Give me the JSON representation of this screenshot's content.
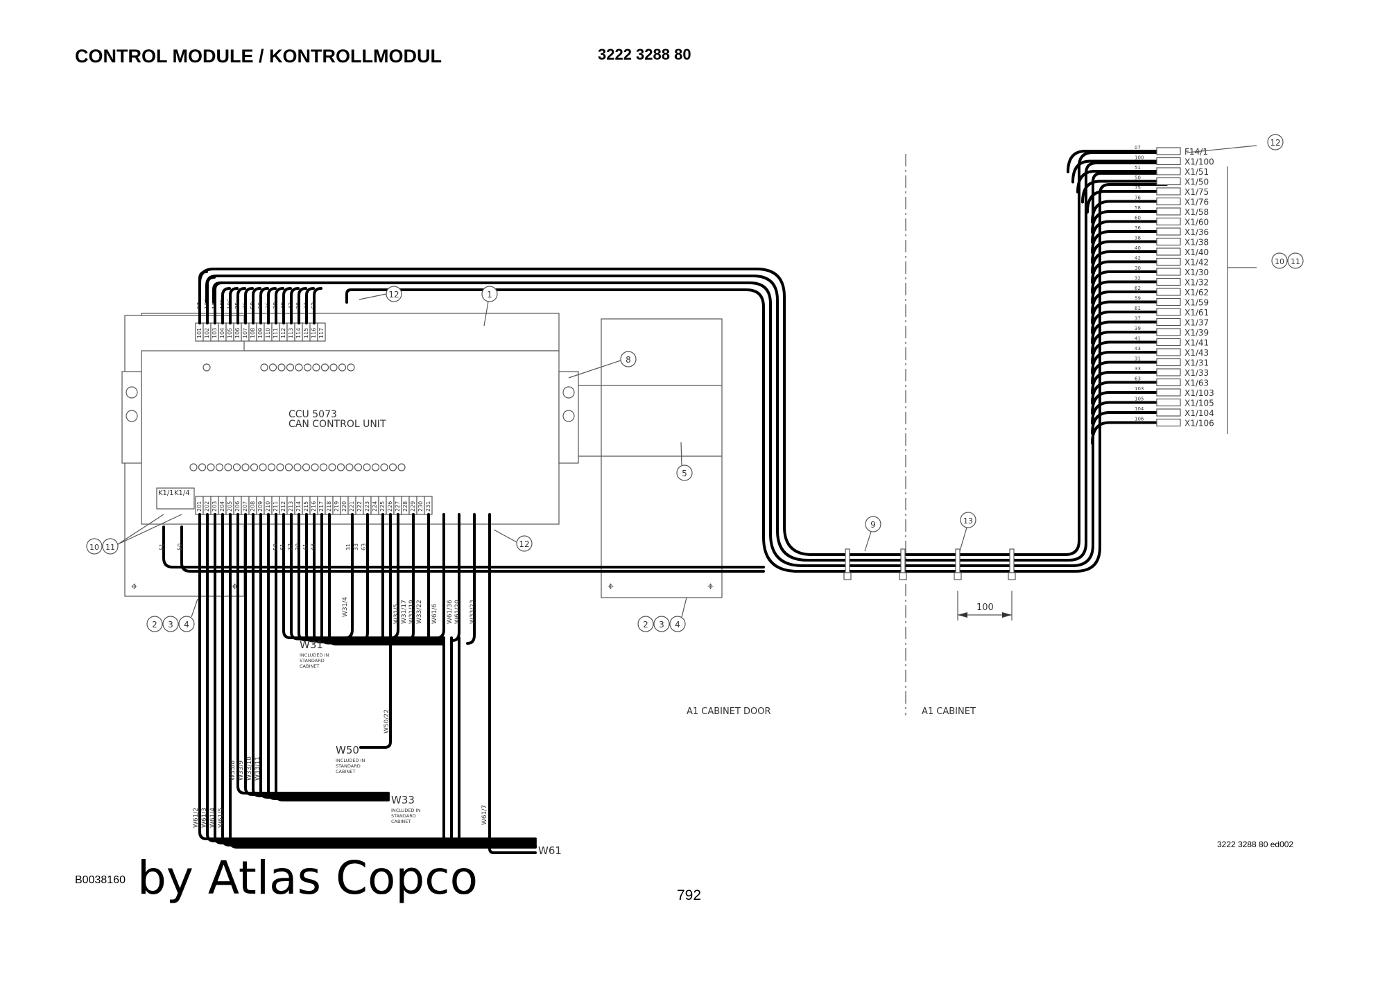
{
  "header": {
    "title": "CONTROL MODULE / KONTROLLMODUL",
    "part_number": "3222 3288 80"
  },
  "footer": {
    "doc_code": "B0038160",
    "watermark": "by Atlas Copco",
    "page": "792",
    "revision_code": "3222 3288 80 ed002"
  },
  "diagram": {
    "unit_label_1": "CCU 5073",
    "unit_label_2": "CAN CONTROL UNIT",
    "zone_left": "A1 CABINET DOOR",
    "zone_right": "A1 CABINET",
    "dimension": "100",
    "relay_labels": [
      "K1/1",
      "K1/4"
    ],
    "top_wire_numbers": [
      "07",
      "100",
      "103",
      "105",
      "106",
      "75",
      "76",
      "58",
      "60",
      "36",
      "38",
      "40",
      "42",
      "30",
      "32",
      "62"
    ],
    "top_terminals": [
      "101",
      "102",
      "103",
      "104",
      "105",
      "106",
      "107",
      "108",
      "109",
      "110",
      "111",
      "112",
      "113",
      "114",
      "115",
      "116",
      "117"
    ],
    "bottom_terminals": [
      "201",
      "202",
      "203",
      "204",
      "205",
      "206",
      "207",
      "208",
      "209",
      "210",
      "211",
      "212",
      "213",
      "214",
      "215",
      "216",
      "217",
      "218",
      "219",
      "220",
      "221",
      "222",
      "223",
      "224",
      "225",
      "226",
      "227",
      "228",
      "229",
      "230",
      "231"
    ],
    "bottom_wire_numbers": [
      "51",
      "50",
      "59",
      "61",
      "37",
      "39",
      "41",
      "43",
      "31",
      "33",
      "63"
    ],
    "harnesses": [
      {
        "name": "W31",
        "note": [
          "INCLUDED IN",
          "STANDARD",
          "CABINET"
        ]
      },
      {
        "name": "W50",
        "note": [
          "INCLUDED IN",
          "STANDARD",
          "CABINET"
        ]
      },
      {
        "name": "W33",
        "note": [
          "INCLUDED IN",
          "STANDARD",
          "CABINET"
        ]
      },
      {
        "name": "W61",
        "note": []
      }
    ],
    "harness_wire_labels": [
      "W31/4",
      "W31/5",
      "W31/17",
      "W31/19",
      "W33/22",
      "W61/6",
      "W61/36",
      "W61/20",
      "W33/23",
      "W50/22",
      "W33/8",
      "W33/9",
      "W33/10",
      "W33/11",
      "W61/2",
      "W61/3",
      "W61/4",
      "W61/5",
      "W61/7"
    ],
    "connections": [
      {
        "wire": "07",
        "terminal": "F14/1"
      },
      {
        "wire": "100",
        "terminal": "X1/100"
      },
      {
        "wire": "51",
        "terminal": "X1/51"
      },
      {
        "wire": "50",
        "terminal": "X1/50"
      },
      {
        "wire": "75",
        "terminal": "X1/75"
      },
      {
        "wire": "76",
        "terminal": "X1/76"
      },
      {
        "wire": "58",
        "terminal": "X1/58"
      },
      {
        "wire": "60",
        "terminal": "X1/60"
      },
      {
        "wire": "36",
        "terminal": "X1/36"
      },
      {
        "wire": "38",
        "terminal": "X1/38"
      },
      {
        "wire": "40",
        "terminal": "X1/40"
      },
      {
        "wire": "42",
        "terminal": "X1/42"
      },
      {
        "wire": "30",
        "terminal": "X1/30"
      },
      {
        "wire": "32",
        "terminal": "X1/32"
      },
      {
        "wire": "62",
        "terminal": "X1/62"
      },
      {
        "wire": "59",
        "terminal": "X1/59"
      },
      {
        "wire": "61",
        "terminal": "X1/61"
      },
      {
        "wire": "37",
        "terminal": "X1/37"
      },
      {
        "wire": "39",
        "terminal": "X1/39"
      },
      {
        "wire": "41",
        "terminal": "X1/41"
      },
      {
        "wire": "43",
        "terminal": "X1/43"
      },
      {
        "wire": "31",
        "terminal": "X1/31"
      },
      {
        "wire": "33",
        "terminal": "X1/33"
      },
      {
        "wire": "63",
        "terminal": "X1/63"
      },
      {
        "wire": "103",
        "terminal": "X1/103"
      },
      {
        "wire": "105",
        "terminal": "X1/105"
      },
      {
        "wire": "104",
        "terminal": "X1/104"
      },
      {
        "wire": "106",
        "terminal": "X1/106"
      }
    ],
    "balloons": {
      "b1": "1",
      "b5": "5",
      "b8": "8",
      "b9": "9",
      "b13": "13",
      "b12_top": "12",
      "b12_bottom": "12",
      "b12_right": "12",
      "b10_left": "10",
      "b11_left": "11",
      "b10_right": "10",
      "b11_right": "11",
      "b2_left": "2",
      "b3_left": "3",
      "b4_left": "4",
      "b2_mid": "2",
      "b3_mid": "3",
      "b4_mid": "4"
    }
  }
}
